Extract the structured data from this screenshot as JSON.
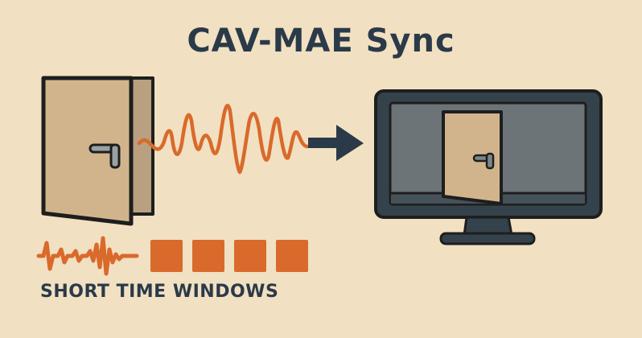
{
  "title": "CAV-MAE Sync",
  "caption": "SHORT TIME WINDOWS",
  "colors": {
    "background": "#f2e0c2",
    "text": "#2a3a48",
    "accent_orange": "#d96a2b",
    "door": "#d2b48c",
    "door_side": "#b9a080",
    "monitor_frame": "#34424c",
    "monitor_screen": "#6c7478",
    "outline": "#1e1e1e"
  },
  "diagram": {
    "source": "door-with-handle",
    "signal": "audio-waveform",
    "connector": "right-arrow",
    "target": "monitor-showing-door",
    "windows_count": 4
  }
}
